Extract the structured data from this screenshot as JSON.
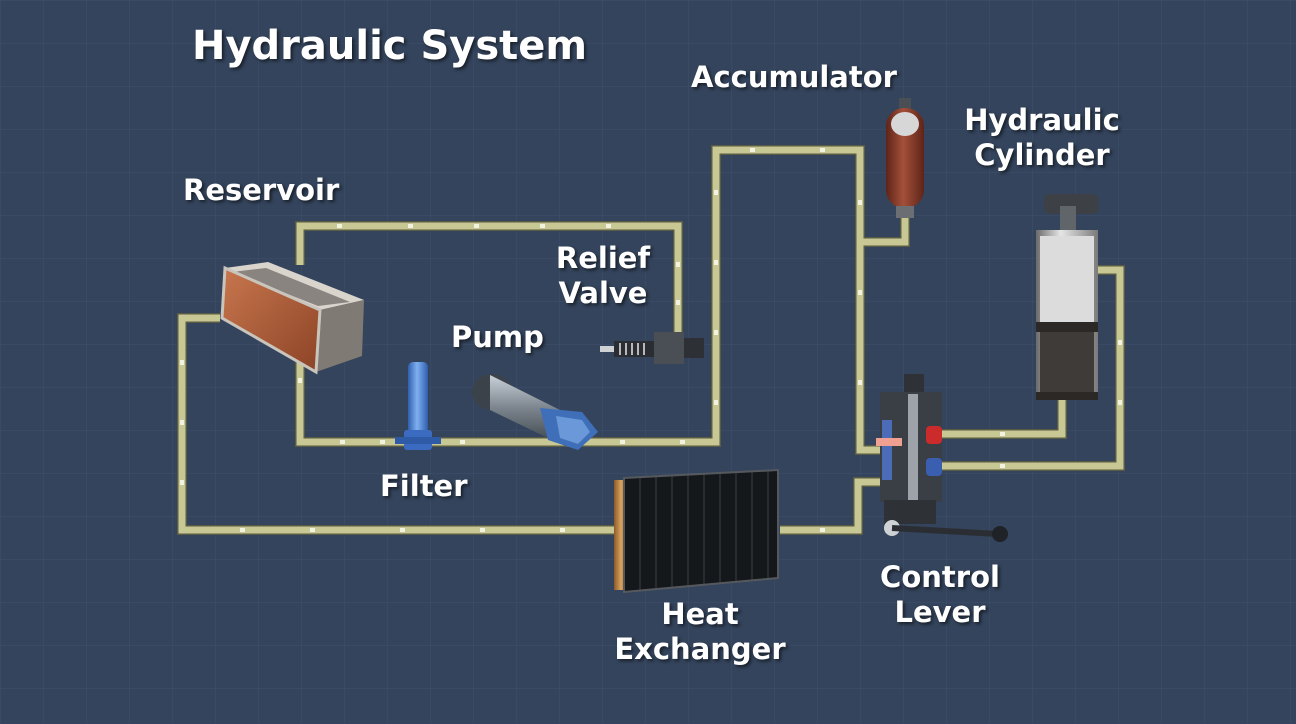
{
  "title": "Hydraulic System",
  "labels": {
    "reservoir": "Reservoir",
    "accumulator": "Accumulator",
    "hydraulic_cylinder": [
      "Hydraulic",
      "Cylinder"
    ],
    "relief_valve": [
      "Relief",
      "Valve"
    ],
    "pump": "Pump",
    "filter": "Filter",
    "control_lever": [
      "Control",
      "Lever"
    ],
    "heat_exchanger": [
      "Heat",
      "Exchanger"
    ]
  },
  "colors": {
    "background": "#34445c",
    "grid": "#3f516b",
    "pipe": "#c8c895",
    "pipe_joint": "#f2f2e0",
    "reservoir": "#b2603a",
    "accumulator": "#8c3a2a",
    "filter": "#4a7fd0",
    "pump_body": "#9aa3ad",
    "pump_head": "#3f6fb8",
    "valve_red": "#cc2b2b",
    "valve_blue": "#3b5fb0",
    "valve_pink": "#f0a090"
  }
}
